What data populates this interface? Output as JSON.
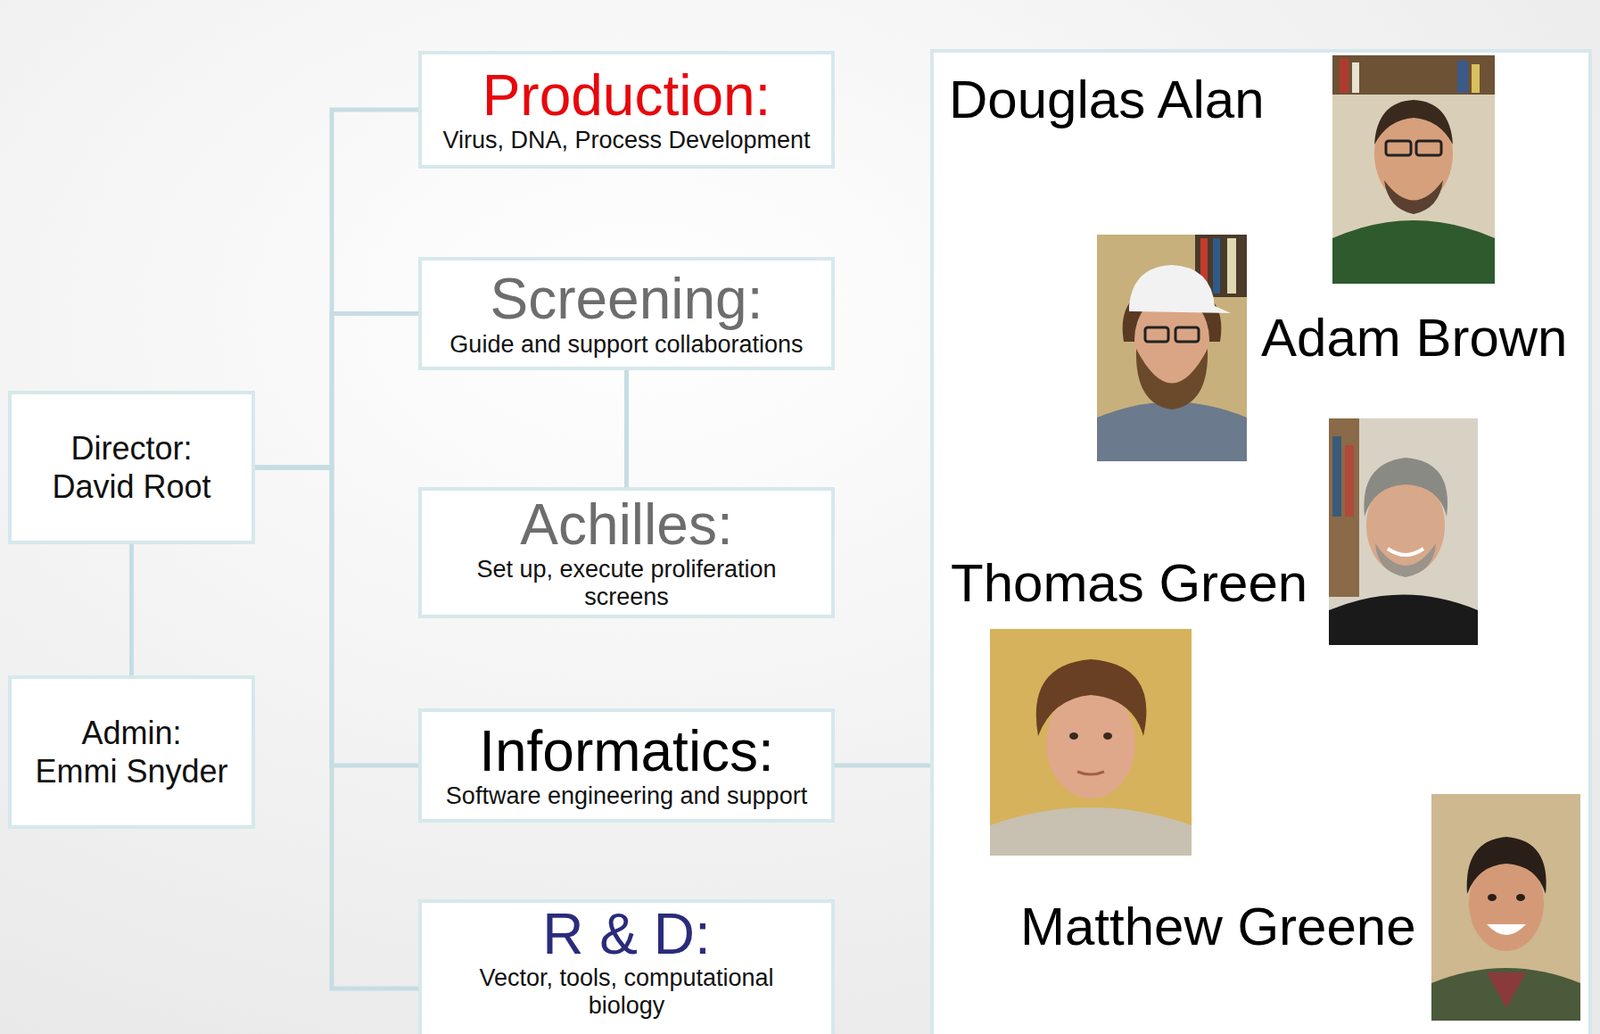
{
  "diagram": {
    "nodes": [
      {
        "text": [
          "Director:",
          "David Root"
        ]
      },
      {
        "text": [
          "Admin:",
          "Emmi Snyder"
        ]
      },
      {
        "text": [
          "Production:",
          "Virus, DNA, Process Development"
        ]
      },
      {
        "text": [
          "Screening:",
          "Guide and support collaborations"
        ]
      },
      {
        "text": [
          "Achilles:",
          "Set up, execute proliferation screens"
        ]
      },
      {
        "text": [
          "Informatics:",
          "Software engineering and support"
        ]
      },
      {
        "text": [
          "R & D:",
          "Vector, tools, computational biology"
        ]
      },
      {
        "text": [
          "Douglas Alan",
          "Adam Brown",
          "Thomas Green",
          "Matthew Greene"
        ]
      }
    ],
    "edges": [
      {
        "from": 0,
        "to": 1,
        "arrow": "none"
      },
      {
        "from": 0,
        "to": 2,
        "arrow": "none"
      },
      {
        "from": 0,
        "to": 3,
        "arrow": "none"
      },
      {
        "from": 3,
        "to": 4,
        "arrow": "none"
      },
      {
        "from": 0,
        "to": 5,
        "arrow": "none"
      },
      {
        "from": 0,
        "to": 6,
        "arrow": "none"
      },
      {
        "from": 5,
        "to": 7,
        "arrow": "none"
      }
    ]
  }
}
